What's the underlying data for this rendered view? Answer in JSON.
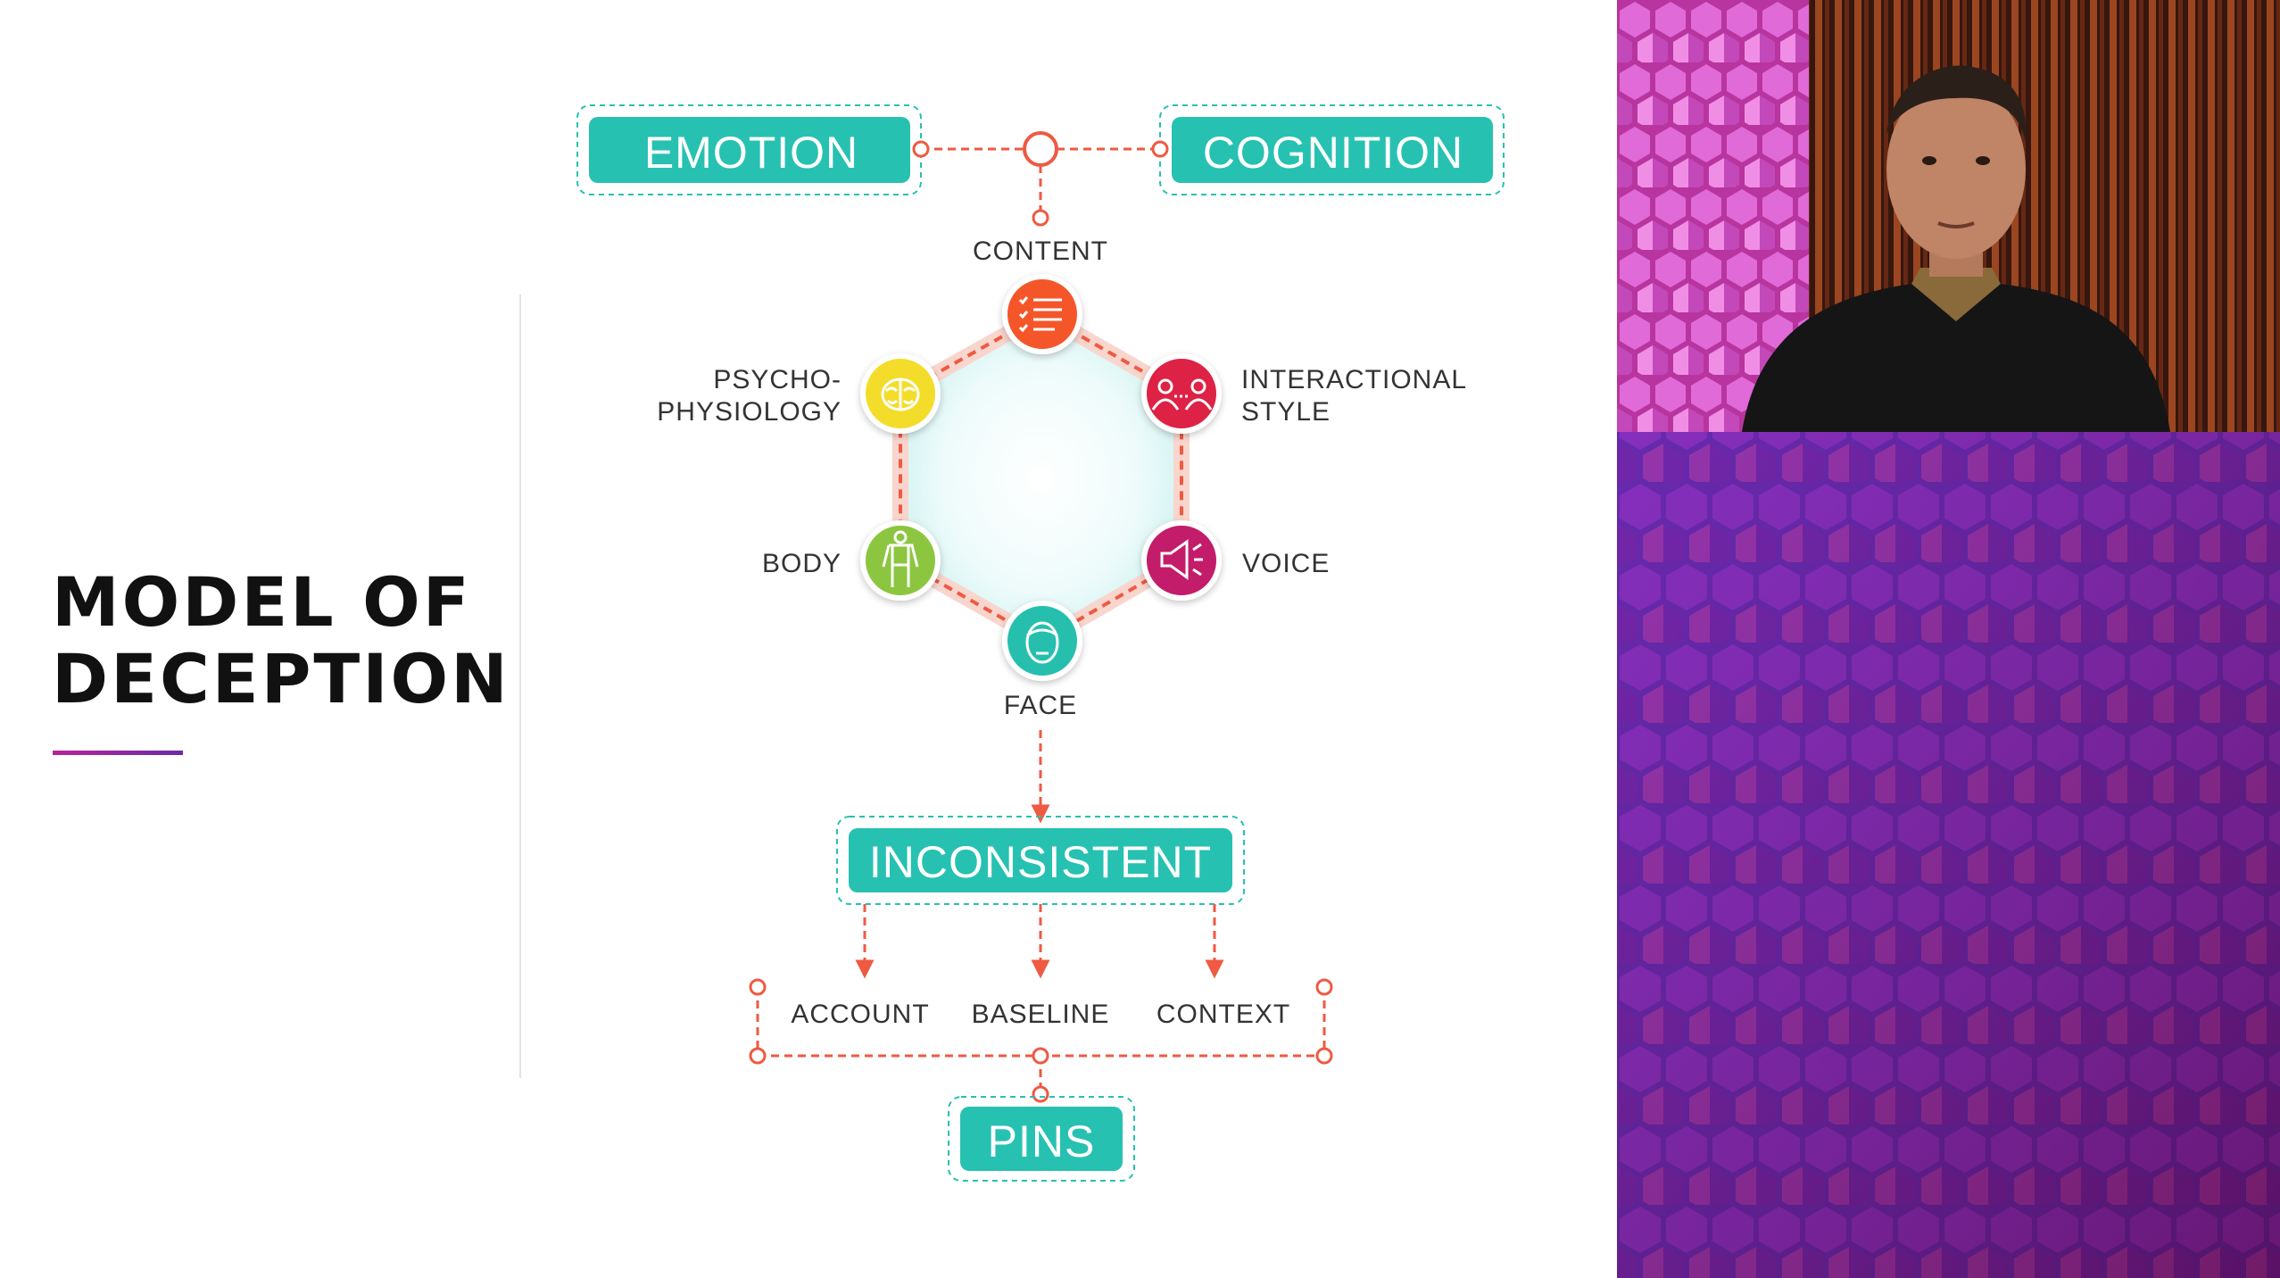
{
  "slide": {
    "title_line1": "MODEL OF",
    "title_line2": "DECEPTION"
  },
  "diagram": {
    "top_left_box": "EMOTION",
    "top_right_box": "COGNITION",
    "nodes": {
      "content": "CONTENT",
      "interactional_line1": "INTERACTIONAL",
      "interactional_line2": "STYLE",
      "voice": "VOICE",
      "face": "FACE",
      "body": "BODY",
      "psycho_line1": "PSYCHO-",
      "psycho_line2": "PHYSIOLOGY"
    },
    "middle_box": "INCONSISTENT",
    "branches": {
      "account": "ACCOUNT",
      "baseline": "BASELINE",
      "context": "CONTEXT"
    },
    "bottom_box": "PINS",
    "icons": {
      "content": "checklist-icon",
      "interactional": "two-people-icon",
      "voice": "megaphone-icon",
      "face": "face-icon",
      "body": "body-icon",
      "psycho": "brain-icon"
    }
  },
  "colors": {
    "teal": "#27c1b2",
    "connector": "#ee5a42",
    "content_node": "#f4562a",
    "interactional_node": "#dd2045",
    "voice_node": "#c31a6a",
    "face_node": "#25bfae",
    "body_node": "#8cc63f",
    "psycho_node": "#f4dc2a"
  }
}
